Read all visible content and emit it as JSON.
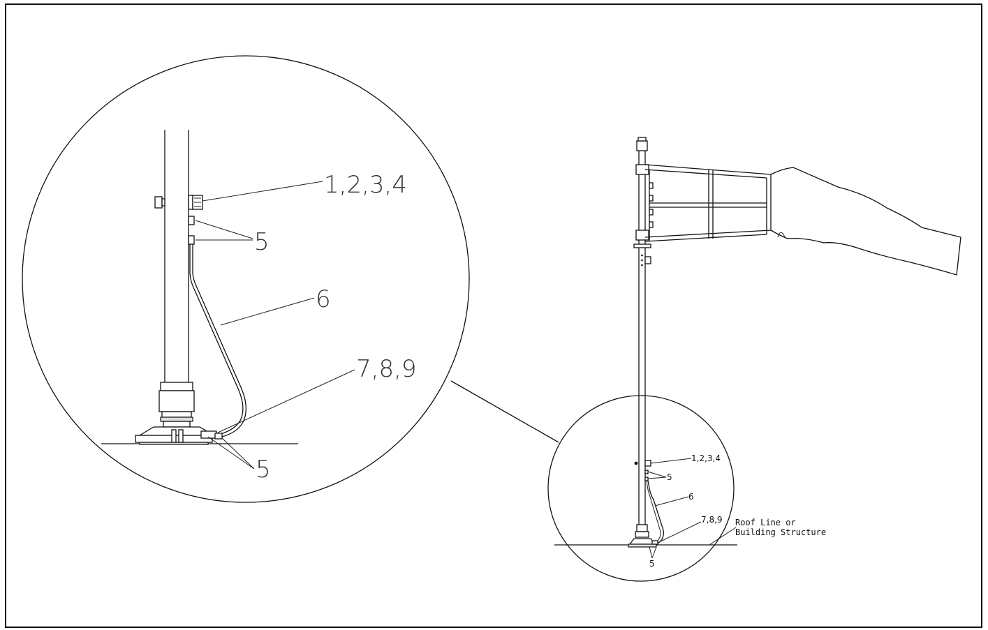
{
  "detail_view": {
    "callouts": {
      "bolts": "1,2,3,4",
      "clamps_upper": "5",
      "cable": "6",
      "lug": "7,8,9",
      "clamps_lower": "5"
    }
  },
  "overall_view": {
    "callouts": {
      "bolts": "1,2,3,4",
      "clamps_upper": "5",
      "cable": "6",
      "lug": "7,8,9",
      "clamps_lower": "5"
    },
    "roof_note_line1": "Roof Line or",
    "roof_note_line2": "Building Structure"
  }
}
